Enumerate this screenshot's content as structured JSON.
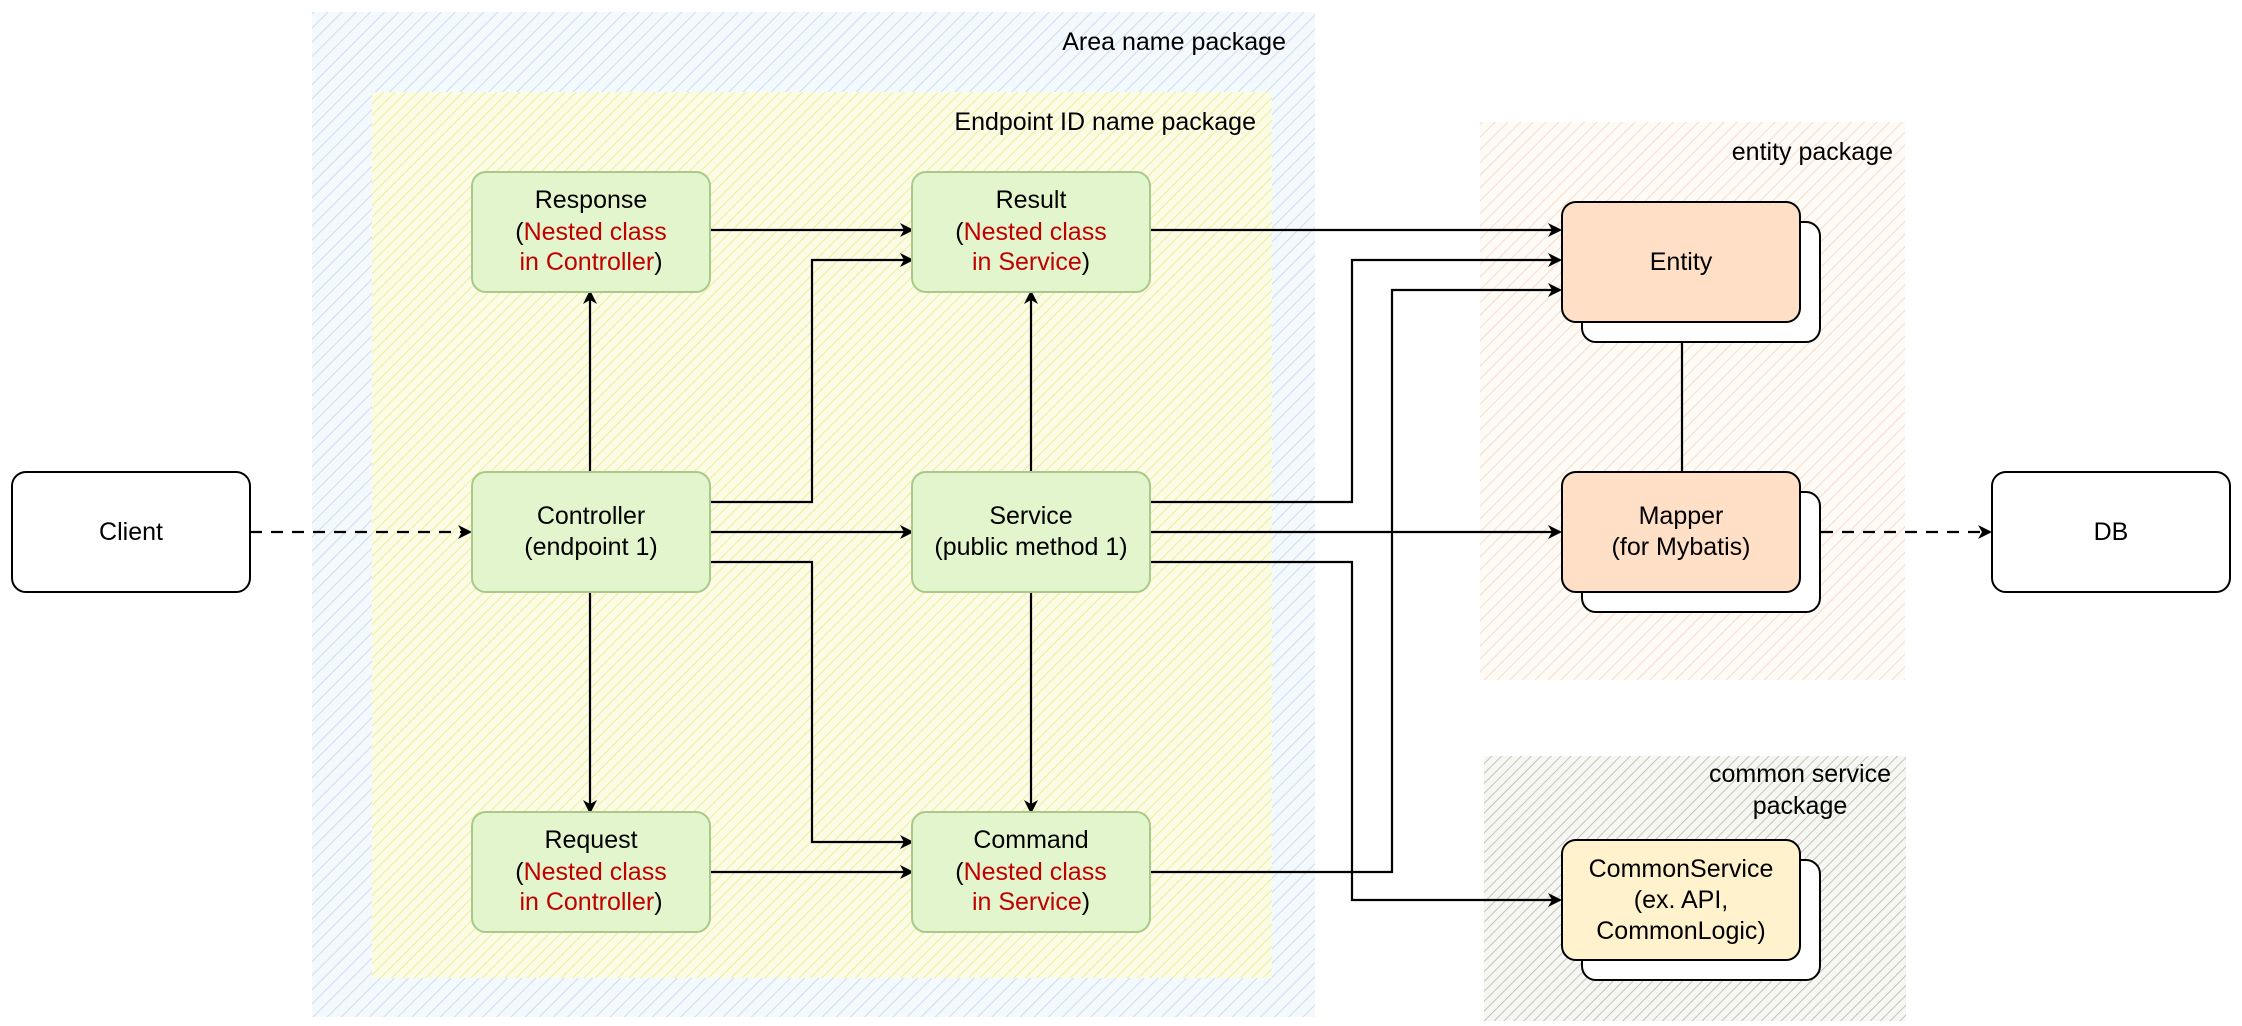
{
  "packages": {
    "area": {
      "label": "Area name package"
    },
    "endpoint": {
      "label": "Endpoint ID name package"
    },
    "entity": {
      "label": "entity package"
    },
    "common": {
      "label_line1": "common service",
      "label_line2": "package"
    }
  },
  "nodes": {
    "client": {
      "label": "Client"
    },
    "controller": {
      "line1": "Controller",
      "line2": "(endpoint 1)"
    },
    "service": {
      "line1": "Service",
      "line2": "(public method 1)"
    },
    "response": {
      "line1": "Response",
      "open": "(",
      "nested": "Nested class",
      "in": "in Controller",
      "close": ")"
    },
    "result": {
      "line1": "Result",
      "open": "(",
      "nested": "Nested class",
      "in": "in Service",
      "close": ")"
    },
    "request": {
      "line1": "Request",
      "open": "(",
      "nested": "Nested class",
      "in": "in Controller",
      "close": ")"
    },
    "command": {
      "line1": "Command",
      "open": "(",
      "nested": "Nested class",
      "in": "in Service",
      "close": ")"
    },
    "entity": {
      "label": "Entity"
    },
    "mapper": {
      "line1": "Mapper",
      "line2": "(for Mybatis)"
    },
    "common_service": {
      "line1": "CommonService",
      "line2": "(ex. API,",
      "line3": "CommonLogic)"
    },
    "db": {
      "label": "DB"
    }
  },
  "colors": {
    "area_hatch": "#c9def2",
    "endpoint_hatch": "#f2f2a0",
    "entity_hatch": "#f7d8c4",
    "common_hatch": "#b5b5a8",
    "green_fill": "#e3f5cc",
    "green_stroke": "#a8c98a",
    "orange_fill": "#ffe0c6",
    "orange_stroke": "#000000",
    "yellow_fill": "#fff2cc",
    "nested_text": "#c00000"
  }
}
